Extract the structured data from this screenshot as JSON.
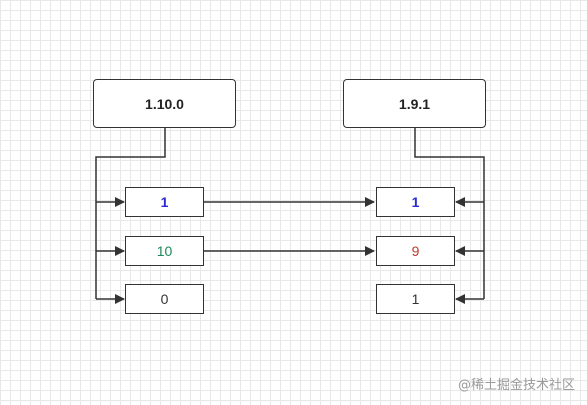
{
  "left_version": {
    "label": "1.10.0",
    "segments": [
      {
        "value": "1",
        "color": "#2a2ad8"
      },
      {
        "value": "10",
        "color": "#1a8a5a"
      },
      {
        "value": "0",
        "color": "#333333"
      }
    ]
  },
  "right_version": {
    "label": "1.9.1",
    "segments": [
      {
        "value": "1",
        "color": "#2a2ad8"
      },
      {
        "value": "9",
        "color": "#c0392b"
      },
      {
        "value": "1",
        "color": "#333333"
      }
    ]
  },
  "watermark": "@稀土掘金技术社区",
  "colors": {
    "stroke": "#333333",
    "grid": "#e8e8e8"
  }
}
